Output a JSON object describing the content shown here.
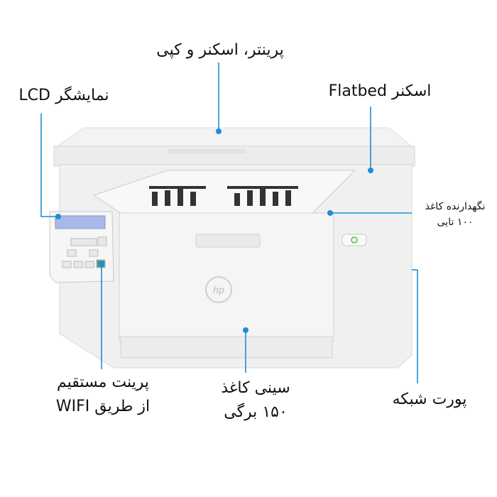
{
  "labels": {
    "top_function": "پرینتر، اسکنر و کپی",
    "lcd": "نمایشگر LCD",
    "flatbed": "اسکنر Flatbed",
    "paper_holder_line1": "نگهدارنده کاغذ",
    "paper_holder_line2": "۱۰۰ تایی",
    "wifi_line1": "پرینت مستقیم",
    "wifi_line2": "از طریق WIFI",
    "tray_line1": "سینی کاغذ",
    "tray_line2": "۱۵۰ برگی",
    "network": "پورت شبکه"
  },
  "brand_logo": "hp",
  "colors": {
    "callout": "#1b8fd2",
    "body": "#eeeeee",
    "text": "#111111"
  }
}
